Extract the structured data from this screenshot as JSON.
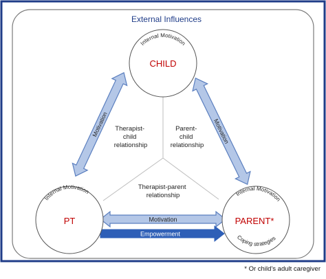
{
  "frame_title": "External Influences",
  "nodes": {
    "child": {
      "label": "CHILD",
      "sublabel": "Internal Motivation"
    },
    "pt": {
      "label": "PT",
      "sublabel": "Internal Motivation"
    },
    "parent": {
      "label": "PARENT*",
      "sublabel": "Internal Motivation",
      "extra": "Coping strategies"
    }
  },
  "arrows": {
    "left_diagonal": "Motivation",
    "right_diagonal": "Motivation",
    "pt_parent": "Motivation",
    "empowerment": "Empowerment"
  },
  "relationships": {
    "therapist_child": [
      "Therapist-",
      "child",
      "relationship"
    ],
    "parent_child": [
      "Parent-",
      "child",
      "relationship"
    ],
    "therapist_parent": [
      "Therapist-parent",
      "relationship"
    ]
  },
  "footnote": "* Or child’s adult caregiver",
  "colors": {
    "frame_border": "#1f3c88",
    "outer_box": "#7a7a7a",
    "title_text": "#1f3c88",
    "node_label": "#c00000",
    "arrow_fill": "#b4c7e7",
    "arrow_stroke": "#5b7fbf",
    "empowerment_fill": "#2e5fb7",
    "divider": "#bdbdbd"
  }
}
